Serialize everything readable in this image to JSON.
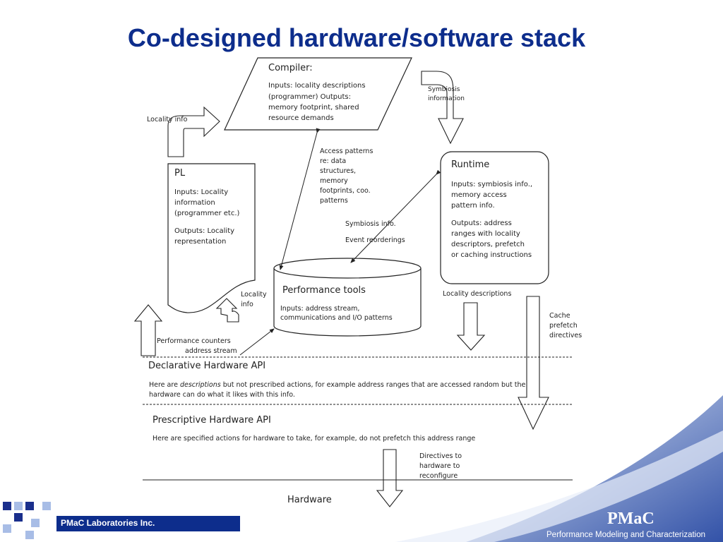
{
  "slide": {
    "title": "Co-designed hardware/software stack"
  },
  "compiler": {
    "heading": "Compiler:",
    "lines": [
      "Inputs: locality descriptions",
      "(programmer)    Outputs:",
      "memory footprint, shared",
      "resource demands"
    ]
  },
  "pl": {
    "heading": "PL",
    "inputs": [
      "Inputs: Locality",
      "information",
      "(programmer etc.)"
    ],
    "outputs": [
      "Outputs: Locality",
      "representation"
    ]
  },
  "runtime": {
    "heading": "Runtime",
    "inputs": [
      "Inputs: symbiosis info.,",
      "memory access",
      "pattern info."
    ],
    "outputs": [
      "Outputs: address",
      "ranges with locality",
      "descriptors, prefetch",
      "or caching instructions"
    ]
  },
  "perf_tools": {
    "heading": "Performance tools",
    "lines": [
      "Inputs:  address stream,",
      "communications and I/O patterns"
    ]
  },
  "labels": {
    "locality_info_top": "Locality    info",
    "symbiosis_information": [
      "Symbiosis",
      "information"
    ],
    "access_patterns": [
      "Access patterns",
      "re: data",
      "structures,",
      "memory",
      "footprints, coo.",
      "patterns"
    ],
    "symbiosis_info": "Symbiosis      info.",
    "event_reorderings": "Event      reorderings",
    "locality_info_mid": [
      "Locality",
      "info"
    ],
    "locality_descriptions": "Locality descriptions",
    "cache_prefetch": [
      "Cache",
      "prefetch",
      "directives"
    ],
    "perf_counters": [
      "Performance counters",
      "address stream"
    ],
    "directives_hw": [
      "Directives to",
      "hardware to",
      "reconfigure"
    ]
  },
  "api": {
    "declarative_heading": "Declarative Hardware API",
    "declarative_text_before": "Here are ",
    "declarative_text_em": "descriptions",
    "declarative_text_after": " but not prescribed actions, for example address ranges that are accessed random but the",
    "declarative_text_line2": "hardware can do what it likes with this info.",
    "prescriptive_heading": "Prescriptive Hardware API",
    "prescriptive_text": "Here are specified actions for hardware to take, for example, do not prefetch this address range",
    "hardware": "Hardware"
  },
  "footer": {
    "company": "PMaC Laboratories Inc.",
    "logo": "PMaC",
    "tagline": "Performance Modeling and Characterization"
  },
  "colors": {
    "title": "#0d2d8c",
    "brand_bar": "#0d2d8c",
    "footer_gradient_start": "#dfe9f7",
    "footer_gradient_end": "#173a9c",
    "square_dark": "#1a2f8c",
    "square_light": "#a8bde6"
  }
}
